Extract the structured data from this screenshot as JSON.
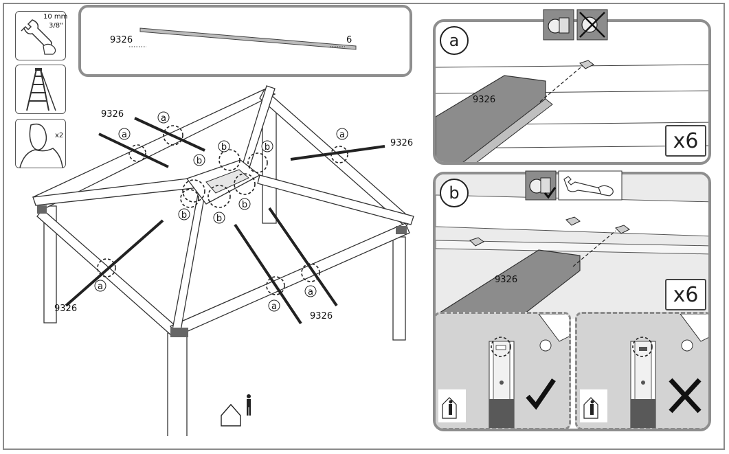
{
  "tools": {
    "wrench_size_mm": "10 mm",
    "wrench_size_in": "3/8\"",
    "people_count": "x2"
  },
  "parts": {
    "rail_part_number": "9326",
    "rail_quantity": "6"
  },
  "callouts": {
    "a": "a",
    "b": "b"
  },
  "main_labels": {
    "part_top_left": "9326",
    "part_top_right": "9326",
    "part_bottom_left": "9326",
    "part_bottom_right": "9326"
  },
  "detail_a": {
    "badge": "a",
    "part_label": "9326",
    "count": "x6"
  },
  "detail_b": {
    "badge": "b",
    "part_label": "9326",
    "count": "x6"
  },
  "colors": {
    "panel_border": "#8e8e8e",
    "rail_fill": "#8c8c8c",
    "sub_bg": "#d3d3d3",
    "post_dark": "#595959"
  }
}
